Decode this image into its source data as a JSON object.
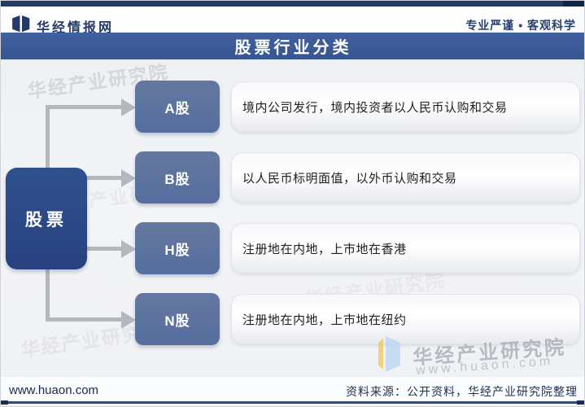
{
  "header": {
    "brand": "华经情报网",
    "slogan": "专业严谨 • 客观科学",
    "title": "股票行业分类"
  },
  "diagram": {
    "root_label": "股票",
    "rows": [
      {
        "label": "A股",
        "desc": "境内公司发行，境内投资者以人民币认购和交易"
      },
      {
        "label": "B股",
        "desc": "以人民币标明面值，以外币认购和交易"
      },
      {
        "label": "H股",
        "desc": "注册地在内地，上市地在香港"
      },
      {
        "label": "N股",
        "desc": "注册地在内地，上市地在纽约"
      }
    ]
  },
  "watermark": {
    "text": "华经产业研究院",
    "url": "www.huaon.com"
  },
  "footer": {
    "site": "www.huaon.com",
    "source": "资料来源：公开资料，华经产业研究院整理"
  },
  "colors": {
    "top_strip": "#223a68",
    "title_bar": "#3a5897",
    "root_box": "#2b4a88",
    "label_box": "#5d74a0",
    "arrow_gray": "#b4b7bd",
    "footer_text": "#1d3054"
  }
}
